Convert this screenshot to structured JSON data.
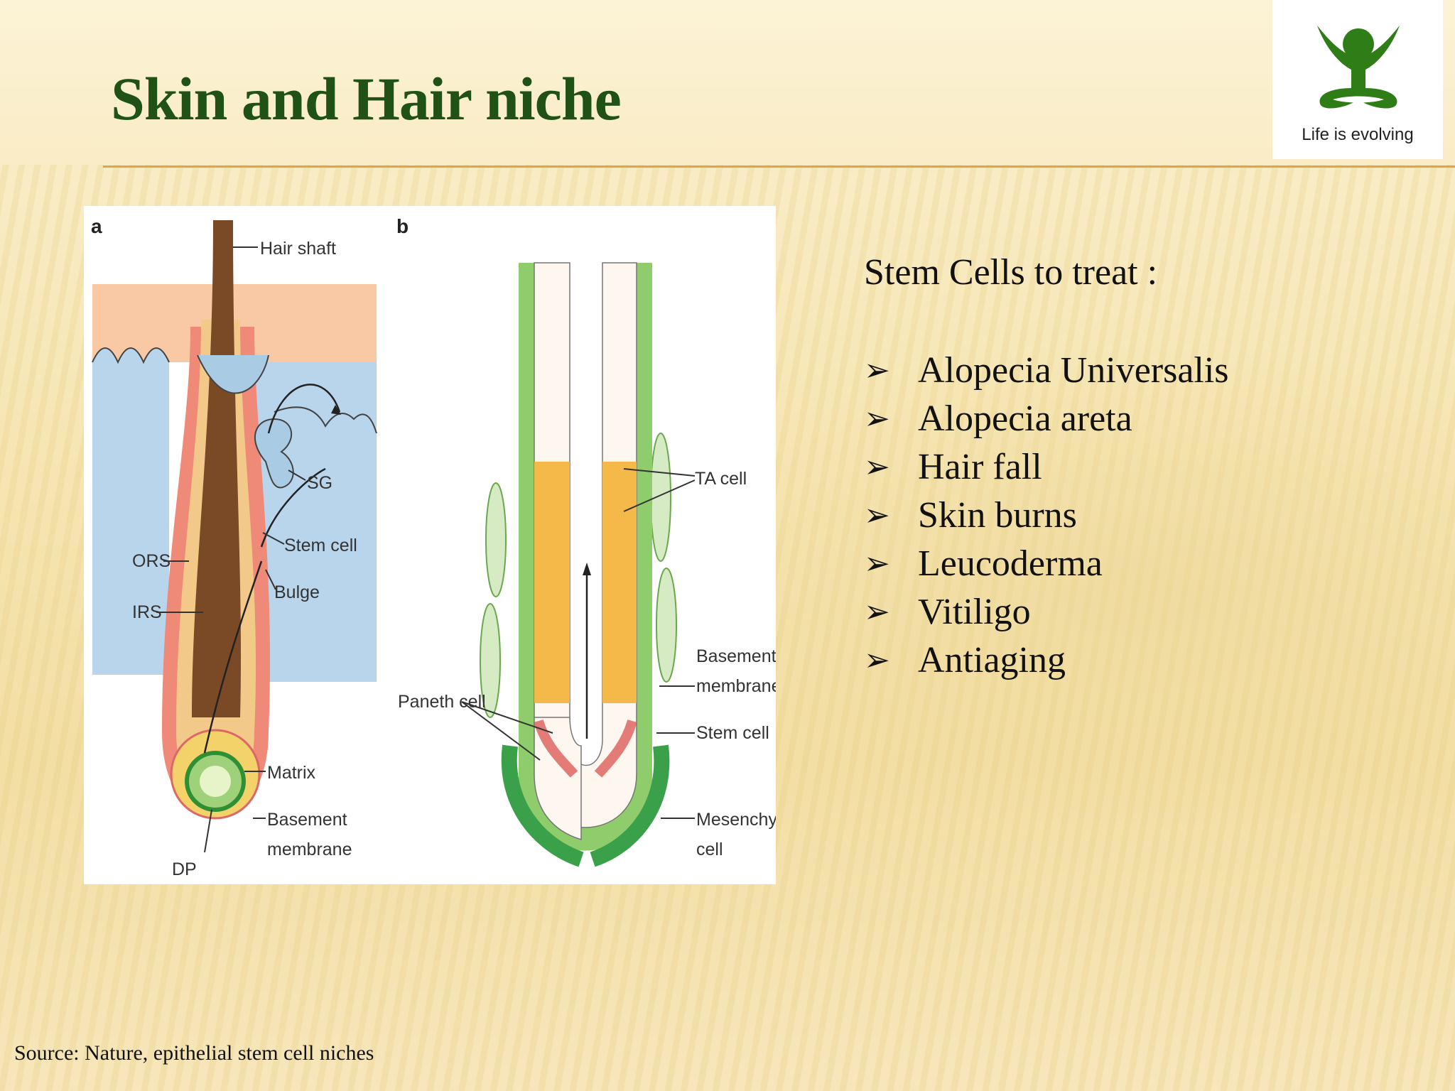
{
  "slide": {
    "title": "Skin and Hair niche",
    "heading": "Stem Cells to treat :",
    "bullets": [
      "Alopecia Universalis",
      "Alopecia areta",
      "Hair fall",
      "Skin burns",
      "Leucoderma",
      "Vitiligo",
      "Antiaging"
    ],
    "bullet_icon": "arrowhead-bullet-icon",
    "source": "Source: Nature, epithelial stem cell niches"
  },
  "logo": {
    "text": "Life is evolving",
    "icon": "meditating-figure-icon",
    "color": "#2e7d17"
  },
  "figure": {
    "panel_a": {
      "letter": "a",
      "labels": {
        "hair_shaft": "Hair shaft",
        "sg": "SG",
        "stem_cell": "Stem cell",
        "bulge": "Bulge",
        "ors": "ORS",
        "irs": "IRS",
        "matrix": "Matrix",
        "basement": "Basement",
        "membrane": "membrane",
        "dp": "DP"
      }
    },
    "panel_b": {
      "letter": "b",
      "labels": {
        "ta_cell": "TA cell",
        "basement": "Basement",
        "membrane": "membrane",
        "paneth_cell": "Paneth cell",
        "stem_cell": "Stem cell",
        "mesenchymal": "Mesenchymal",
        "cell": "cell"
      }
    }
  },
  "colors": {
    "title": "#1f5214",
    "rule": "#e0a545"
  }
}
